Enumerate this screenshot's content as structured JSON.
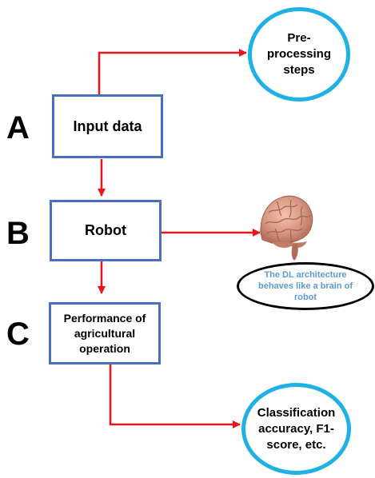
{
  "labels": {
    "a": "A",
    "b": "B",
    "c": "C"
  },
  "boxes": {
    "input": "Input data",
    "robot": "Robot",
    "performance": "Performance of agricultural operation"
  },
  "circles": {
    "preprocessing": "Pre-processing steps",
    "classification": "Classification accuracy, F1-score, etc."
  },
  "brain_caption": "The DL architecture behaves like a brain of robot",
  "colors": {
    "box_border": "#4a6fbf",
    "circle_border": "#1fb0e6",
    "arrow": "#e8141e",
    "caption_text": "#5b9bd5"
  }
}
